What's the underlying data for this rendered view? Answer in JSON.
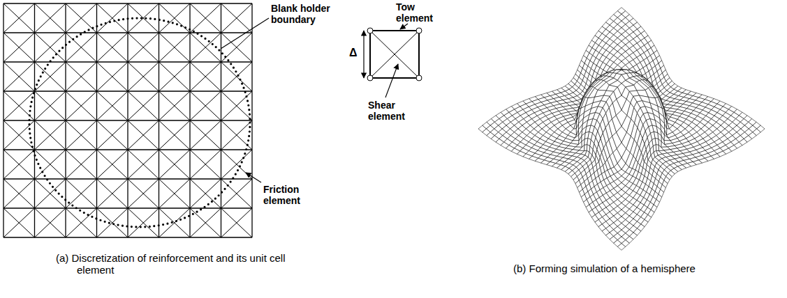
{
  "diagram": {
    "labels": [
      "Blank holder boundary",
      "Tow element",
      "Δ",
      "Shear element",
      "Friction element",
      "(a) Discretization of reinforcement and its unit cell element",
      "(b) Forming simulation of a hemisphere"
    ]
  }
}
